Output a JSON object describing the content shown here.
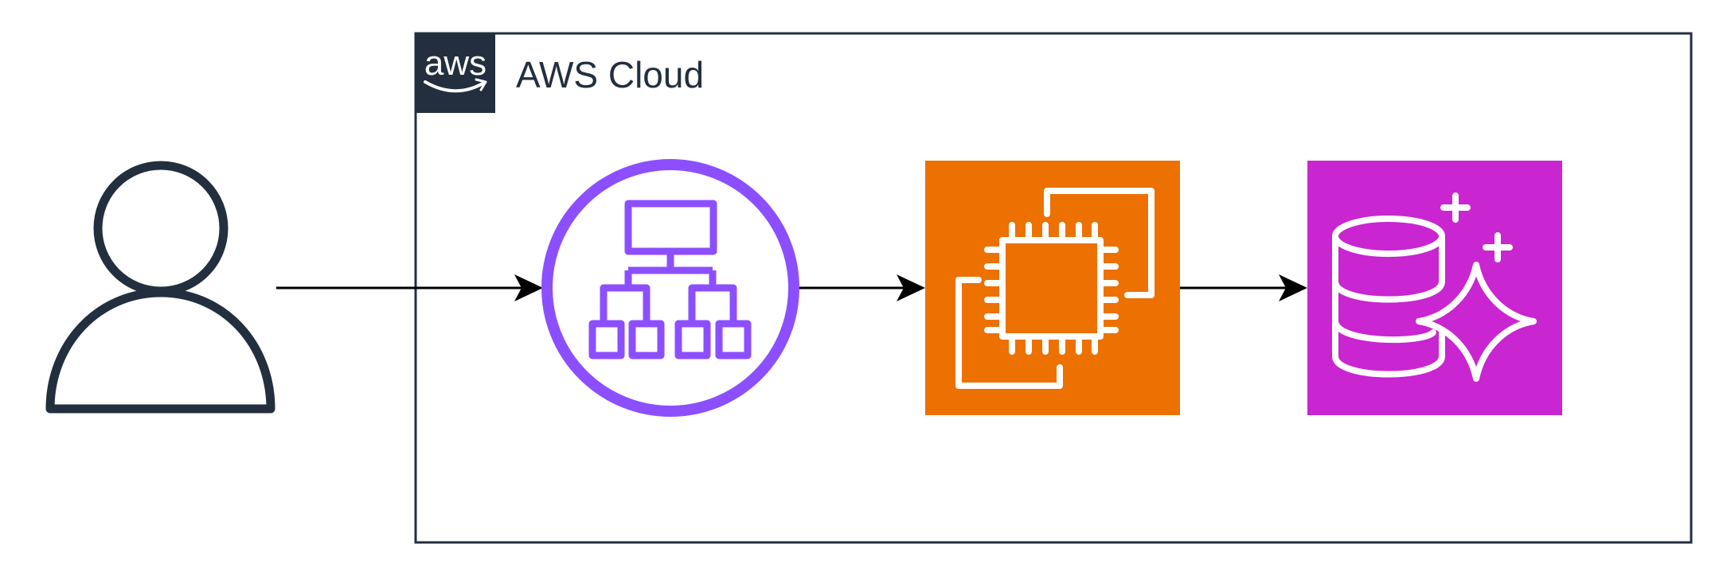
{
  "diagram": {
    "group": {
      "label": "AWS Cloud",
      "logo_text": "aws",
      "border_color": "#232f3e",
      "logo_bg": "#232f3e"
    },
    "nodes": [
      {
        "id": "user",
        "icon": "user-icon",
        "color": "#232f3e"
      },
      {
        "id": "load-balancer",
        "icon": "elastic-load-balancing-icon",
        "color": "#8c4fff"
      },
      {
        "id": "ec2",
        "icon": "ec2-instance-icon",
        "color": "#ed7100"
      },
      {
        "id": "database",
        "icon": "aurora-database-icon",
        "color": "#c925d1"
      }
    ],
    "edges": [
      {
        "from": "user",
        "to": "load-balancer"
      },
      {
        "from": "load-balancer",
        "to": "ec2"
      },
      {
        "from": "ec2",
        "to": "database"
      }
    ]
  }
}
